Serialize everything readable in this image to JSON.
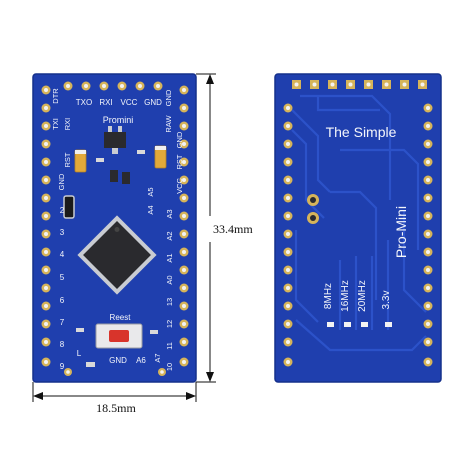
{
  "colors": {
    "pcb_blue": "#1f3fae",
    "pcb_dark": "#15308c",
    "silkscreen": "#f4f6fb",
    "gold": "#d6b45a",
    "chip": "#2a2a2e",
    "reset_red": "#d8342b",
    "capacitor": "#e2a93a"
  },
  "front_board": {
    "header_labels": [
      "TXO",
      "RXI",
      "VCC",
      "GND"
    ],
    "left_top_labels": [
      "DTR",
      "TXI",
      "RXI",
      "RST",
      "GND"
    ],
    "right_top_labels": [
      "GND",
      "RAW",
      "GND",
      "RST",
      "VCC"
    ],
    "left_pins": [
      "2",
      "3",
      "4",
      "5",
      "6",
      "7",
      "8",
      "9"
    ],
    "right_pins": [
      "A3",
      "A2",
      "A1",
      "A0",
      "13",
      "12",
      "11",
      "10"
    ],
    "inner_labels": [
      "A4",
      "A5"
    ],
    "bottom_labels": [
      "GND",
      "A6",
      "A7"
    ],
    "model": "Promini",
    "reset_label": "Reest",
    "led_label": "L"
  },
  "back_board": {
    "title": "The Simple",
    "product": "Pro-Mini",
    "options": [
      "8MHz",
      "16MHz",
      "20MHz",
      "3.3v"
    ]
  },
  "dimensions": {
    "height": "33.4mm",
    "width": "18.5mm"
  }
}
